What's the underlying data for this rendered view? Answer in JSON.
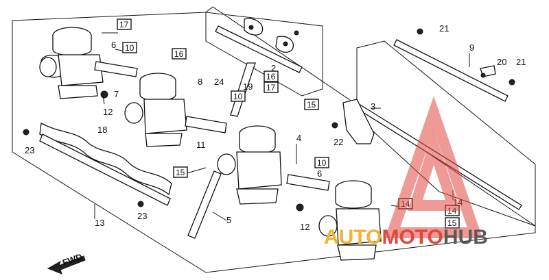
{
  "watermark": {
    "text_part1": "AUTO",
    "text_part2": "MOTO",
    "text_part3": "HUB",
    "color_part1": "#f2b233",
    "color_part2": "#e0473f",
    "color_part3": "#5a5a5a"
  },
  "direction_label": "FWD",
  "callouts": [
    {
      "id": "c2",
      "label": "2",
      "boxed": false
    },
    {
      "id": "c3",
      "label": "3",
      "boxed": false
    },
    {
      "id": "c4",
      "label": "4",
      "boxed": false
    },
    {
      "id": "c5",
      "label": "5",
      "boxed": false
    },
    {
      "id": "c6a",
      "label": "6",
      "boxed": false
    },
    {
      "id": "c6b",
      "label": "6",
      "boxed": false
    },
    {
      "id": "c7",
      "label": "7",
      "boxed": false
    },
    {
      "id": "c8",
      "label": "8",
      "boxed": false
    },
    {
      "id": "c9",
      "label": "9",
      "boxed": false
    },
    {
      "id": "c10a",
      "label": "10",
      "boxed": true
    },
    {
      "id": "c10b",
      "label": "10",
      "boxed": true
    },
    {
      "id": "c10c",
      "label": "10",
      "boxed": true
    },
    {
      "id": "c11",
      "label": "11",
      "boxed": false
    },
    {
      "id": "c12a",
      "label": "12",
      "boxed": false
    },
    {
      "id": "c12b",
      "label": "12",
      "boxed": false
    },
    {
      "id": "c13",
      "label": "13",
      "boxed": false
    },
    {
      "id": "c14a",
      "label": "14",
      "boxed": true
    },
    {
      "id": "c14b",
      "label": "14",
      "boxed": true
    },
    {
      "id": "c14c",
      "label": "14",
      "boxed": false
    },
    {
      "id": "c15a",
      "label": "15",
      "boxed": true
    },
    {
      "id": "c15b",
      "label": "15",
      "boxed": true
    },
    {
      "id": "c15c",
      "label": "15",
      "boxed": true
    },
    {
      "id": "c16a",
      "label": "16",
      "boxed": true
    },
    {
      "id": "c16b",
      "label": "16",
      "boxed": true
    },
    {
      "id": "c17a",
      "label": "17",
      "boxed": true
    },
    {
      "id": "c17b",
      "label": "17",
      "boxed": true
    },
    {
      "id": "c18",
      "label": "18",
      "boxed": false
    },
    {
      "id": "c19",
      "label": "19",
      "boxed": false
    },
    {
      "id": "c20",
      "label": "20",
      "boxed": false
    },
    {
      "id": "c21a",
      "label": "21",
      "boxed": false
    },
    {
      "id": "c21b",
      "label": "21",
      "boxed": false
    },
    {
      "id": "c22",
      "label": "22",
      "boxed": false
    },
    {
      "id": "c23a",
      "label": "23",
      "boxed": false
    },
    {
      "id": "c23b",
      "label": "23",
      "boxed": false
    },
    {
      "id": "c24",
      "label": "24",
      "boxed": false
    }
  ]
}
